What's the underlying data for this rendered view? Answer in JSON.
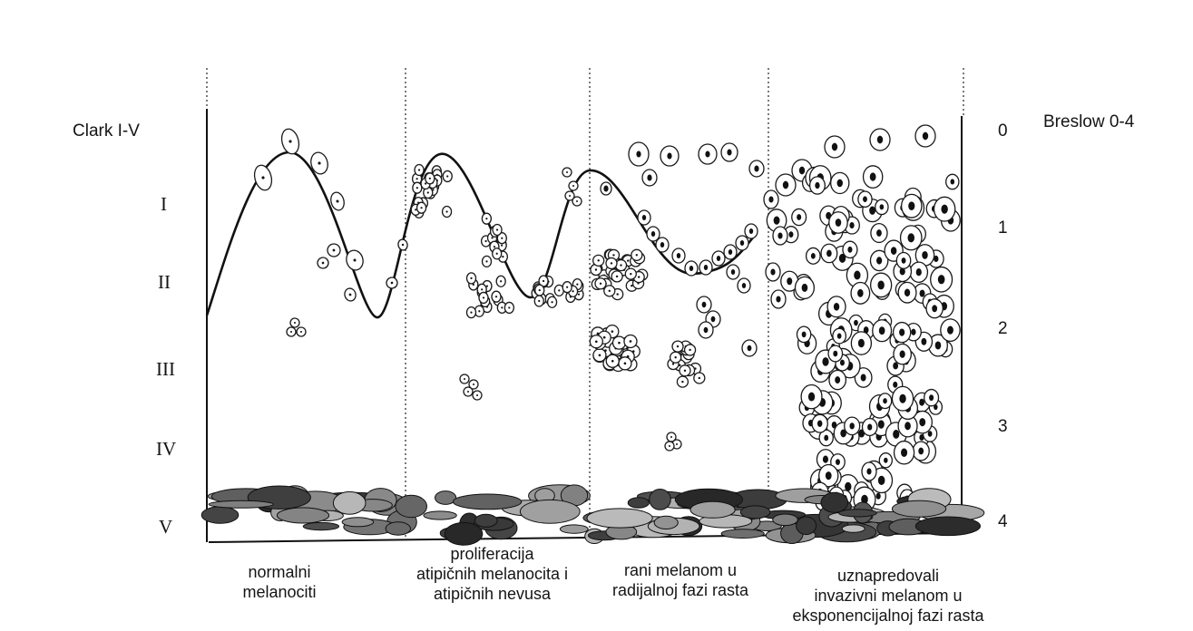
{
  "scales": {
    "clark_title": "Clark I-V",
    "clark_levels": [
      "I",
      "II",
      "III",
      "IV",
      "V"
    ],
    "breslow_title": "Breslow 0-4",
    "breslow_levels": [
      "0",
      "1",
      "2",
      "3",
      "4"
    ]
  },
  "stages": [
    {
      "lines": [
        "normalni",
        "melanociti"
      ]
    },
    {
      "lines": [
        "proliferacija",
        "atipičnih melanocita i",
        "atipičnih nevusa"
      ]
    },
    {
      "lines": [
        "rani melanom u",
        "radijalnoj fazi rasta"
      ]
    },
    {
      "lines": [
        "uznapredovali",
        "invazivni melanom u",
        "eksponencijalnoj fazi rasta"
      ]
    }
  ]
}
